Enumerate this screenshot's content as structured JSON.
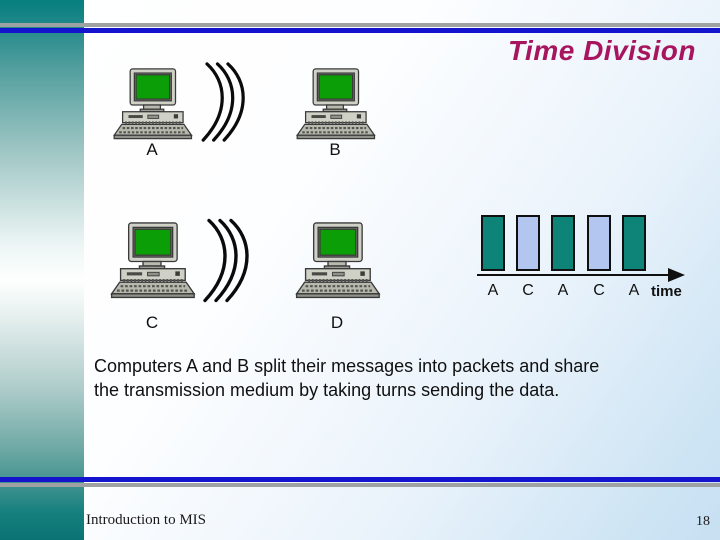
{
  "slide": {
    "title": "Time Division",
    "caption_lines": [
      "Computers A and B split their messages into packets and share",
      "the transmission medium by taking turns sending the data."
    ],
    "footer_left": "Introduction to MIS",
    "page_number": "18"
  },
  "computers": [
    {
      "label": "A"
    },
    {
      "label": "B"
    },
    {
      "label": "C"
    },
    {
      "label": "D"
    }
  ],
  "packet_diagram": {
    "type": "time-slot-sequence",
    "slots": [
      {
        "label": "A",
        "color": "#0e8478"
      },
      {
        "label": "C",
        "color": "#b2c6f0"
      },
      {
        "label": "A",
        "color": "#0e8478"
      },
      {
        "label": "C",
        "color": "#b2c6f0"
      },
      {
        "label": "A",
        "color": "#0e8478"
      }
    ],
    "axis_label": "time"
  },
  "colors": {
    "title_magenta": "#a8155f",
    "rule_blue": "#1414ce",
    "rule_gray": "#9ea2a2",
    "sidebar_teal": "#0e8080",
    "slot_teal": "#0e8478",
    "slot_lavender": "#b2c6f0",
    "screen_green": "#0b9e07"
  }
}
